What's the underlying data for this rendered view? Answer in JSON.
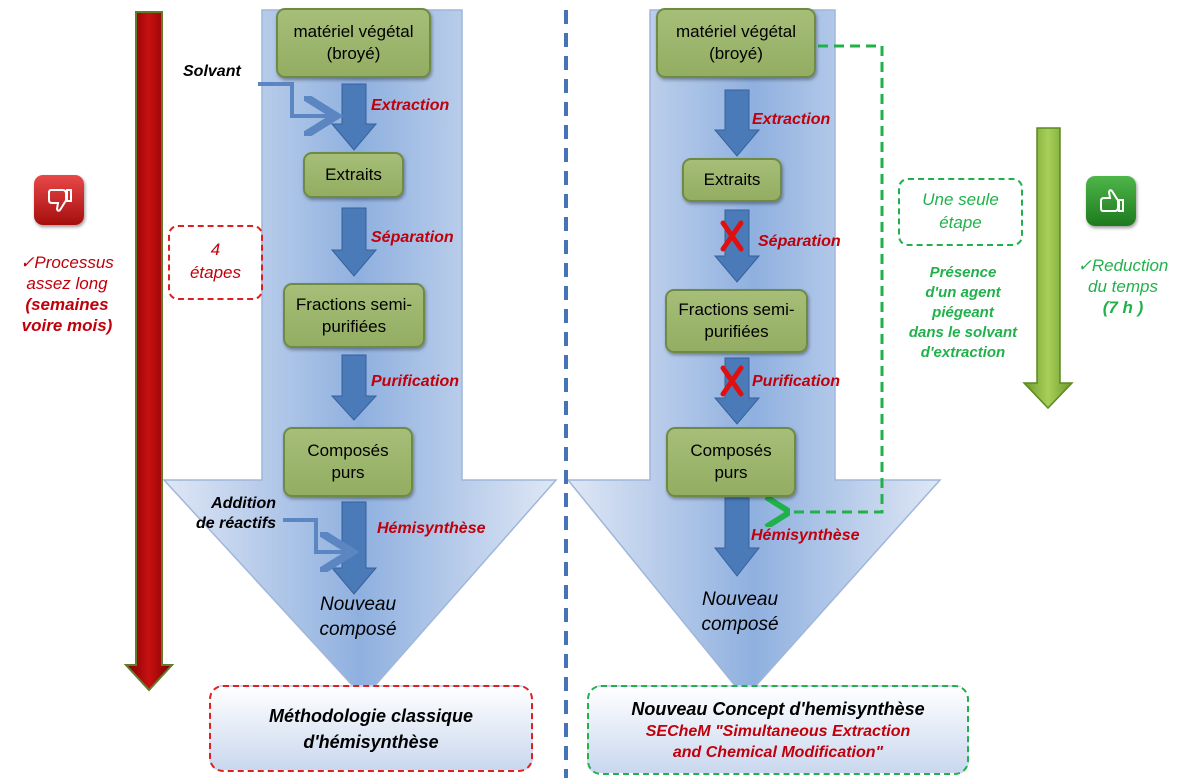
{
  "left": {
    "box1": "matériel végétal (broyé)",
    "box2": "Extraits",
    "box3": "Fractions semi-purifiées",
    "box4": "Composés purs",
    "solvant": "Solvant",
    "extraction": "Extraction",
    "separation": "Séparation",
    "purification": "Purification",
    "addition_line1": "Addition",
    "addition_line2": "de réactifs",
    "hemisynthese": "Hémisynthèse",
    "new_compound_line1": "Nouveau",
    "new_compound_line2": "composé",
    "steps_line1": "4",
    "steps_line2": "étapes",
    "side_line1": "✓Processus",
    "side_line2": "assez long",
    "side_line3": "(semaines",
    "side_line4": "voire mois)",
    "footer_line1": "Méthodologie classique",
    "footer_line2": "d'hémisynthèse"
  },
  "right": {
    "box1": "matériel végétal (broyé)",
    "box2": "Extraits",
    "box3": "Fractions semi-purifiées",
    "box4": "Composés purs",
    "extraction": "Extraction",
    "separation": "Séparation",
    "purification": "Purification",
    "hemisynthese": "Hémisynthèse",
    "new_compound_line1": "Nouveau",
    "new_compound_line2": "composé",
    "single_step_line1": "Une seule",
    "single_step_line2": "étape",
    "agent_line1": "Présence",
    "agent_line2": "d'un agent",
    "agent_line3": "piégeant",
    "agent_line4": "dans le solvant",
    "agent_line5": "d'extraction",
    "side_line1": "✓Reduction",
    "side_line2": "du temps",
    "side_line3": "(7 h )",
    "footer_line1": "Nouveau Concept d'hemisynthèse",
    "footer_line2": "SECheM \"Simultaneous Extraction",
    "footer_line3": "and Chemical Modification\""
  },
  "icons": {
    "thumbs_down": "thumbs-down-icon",
    "thumbs_up": "thumbs-up-icon",
    "cross": "cross-icon"
  },
  "colors": {
    "red": "#c0000b",
    "green": "#21b14b",
    "box_fill": "#9bb46a",
    "arrow_blue": "#4a7ab8",
    "big_arrow": "#b7cbea"
  }
}
